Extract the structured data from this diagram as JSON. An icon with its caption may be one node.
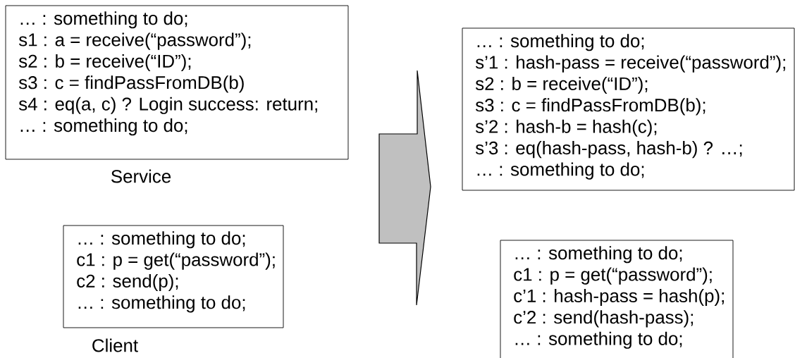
{
  "diagram": {
    "nodes": [
      {
        "text": [
          "… : something to do;",
          "s1 : a = receive(“password”);",
          "s2 : b = receive(“ID”);",
          "s3 : c = findPassFromDB(b)",
          "s4 : eq(a, c) ? Login success: return;",
          "… : something to do;"
        ],
        "beside": [
          "Service"
        ]
      },
      {
        "text": [
          "… : something to do;",
          "c1 : p = get(“password”);",
          "c2 : send(p);",
          "… : something to do;"
        ],
        "beside": [
          "Client"
        ]
      },
      {
        "text": [
          "…   : something to do;",
          "s’1  : hash-pass = receive(“password”);",
          "s2   : b = receive(“ID”);",
          "s3   : c = findPassFromDB(b);",
          "s’2  : hash-b = hash(c);",
          "s’3  : eq(hash-pass, hash-b) ? …;",
          "…   : something to do;"
        ]
      },
      {
        "text": [
          "…  : something to do;",
          "c1  : p = get(“password”);",
          "c’1 : hash-pass = hash(p);",
          "c’2 : send(hash-pass);",
          "…  : something to do;"
        ]
      }
    ]
  }
}
